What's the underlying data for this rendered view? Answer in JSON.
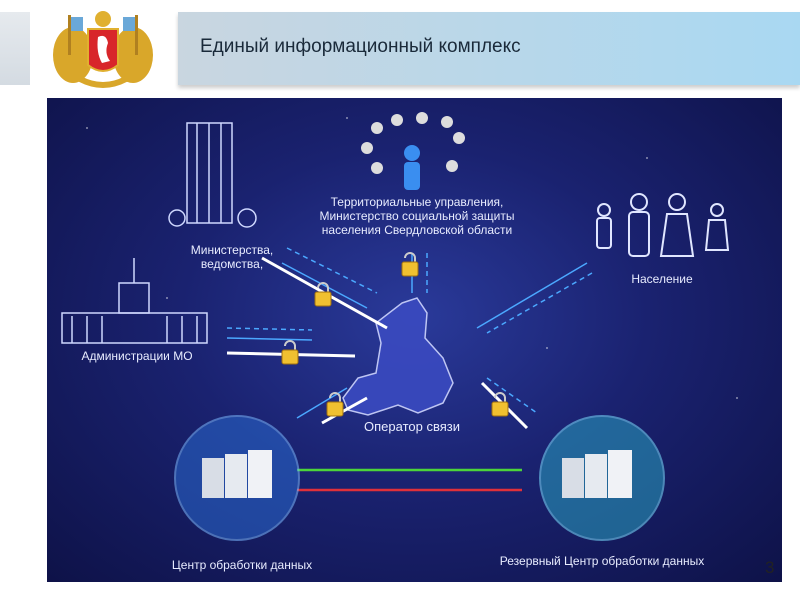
{
  "header": {
    "title": "Единый информационный комплекс"
  },
  "diagram": {
    "nodes": {
      "ministries": "Министерства, ведомства,",
      "territorial": "Территориальные управления, Министерство социальной защиты населения Свердловской области",
      "population": "Население",
      "administrations": "Администрации МО",
      "operator": "Оператор связи",
      "data_center": "Центр обработки данных",
      "backup_center": "Резервный Центр обработки данных"
    },
    "colors": {
      "background": "#1a2270",
      "link_green": "#4cd43a",
      "link_red": "#e0303a",
      "lock": "#f0c030"
    }
  },
  "page_number": "3"
}
